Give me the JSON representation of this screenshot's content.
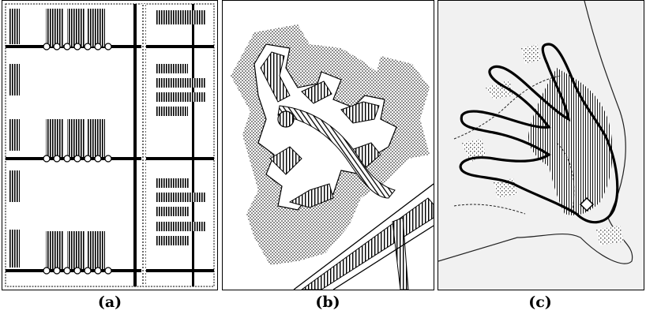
{
  "figure": {
    "panels": [
      {
        "id": "a",
        "caption": "(a)"
      },
      {
        "id": "b",
        "caption": "(b)"
      },
      {
        "id": "c",
        "caption": "(c)"
      }
    ]
  },
  "colors": {
    "ink": "#000000",
    "background": "#ffffff"
  }
}
